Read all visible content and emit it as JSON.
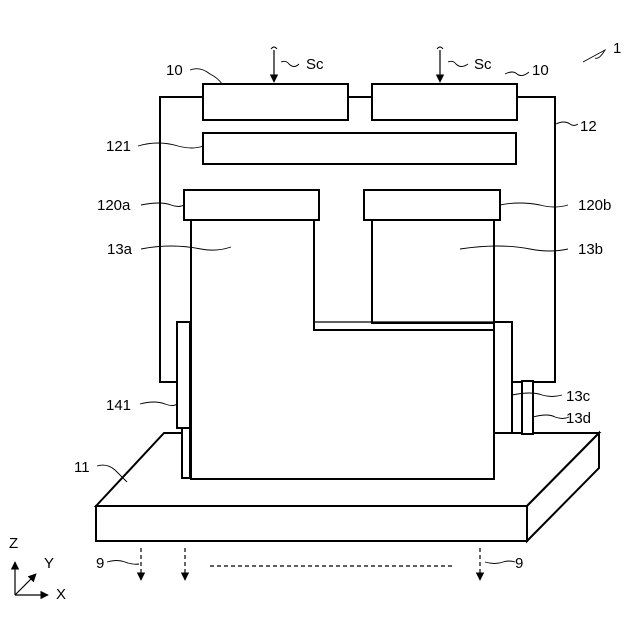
{
  "labels": {
    "device": "1",
    "signal_left": "Sc",
    "signal_right": "Sc",
    "chip_left": "10",
    "chip_right": "10",
    "frame": "12",
    "bar": "121",
    "pad_a": "120a",
    "pad_b": "120b",
    "block_a": "13a",
    "block_b": "13b",
    "block_c": "13c",
    "block_d": "13d",
    "side_part": "141",
    "base": "11",
    "beam_left": "9",
    "beam_right": "9"
  },
  "axes": {
    "z": "Z",
    "y": "Y",
    "x": "X"
  }
}
